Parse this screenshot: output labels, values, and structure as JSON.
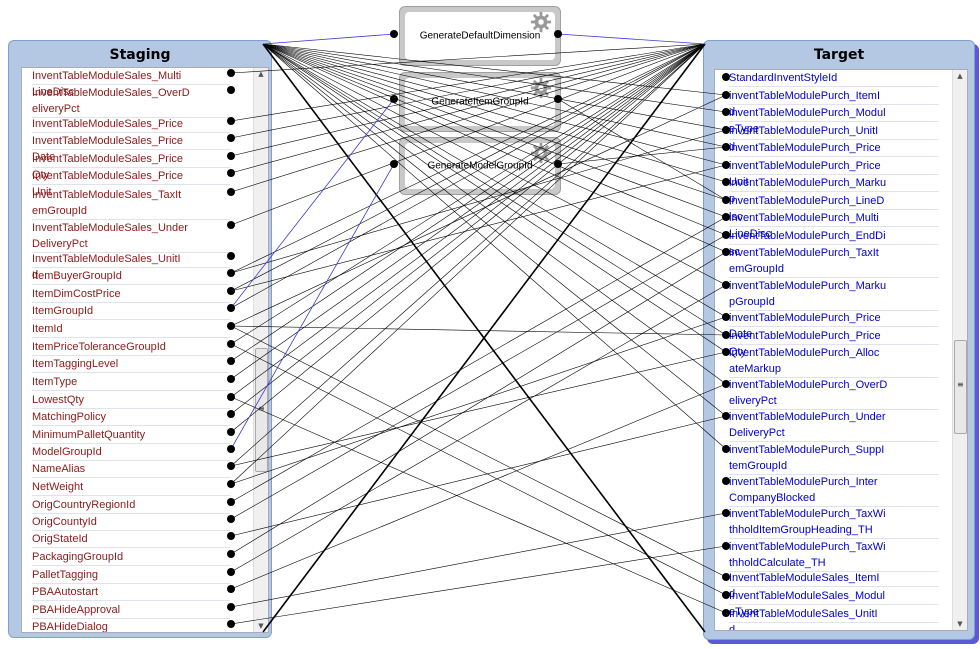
{
  "staging": {
    "title": "Staging",
    "fields": [
      "InventTableModuleSales_MultiLineDisc",
      "InventTableModuleSales_OverDeliveryPct",
      "InventTableModuleSales_Price",
      "InventTableModuleSales_PriceDate",
      "InventTableModuleSales_PriceQty",
      "InventTableModuleSales_PriceUnit",
      "InventTableModuleSales_TaxItemGroupId",
      "InventTableModuleSales_UnderDeliveryPct",
      "InventTableModuleSales_UnitId",
      "ItemBuyerGroupId",
      "ItemDimCostPrice",
      "ItemGroupId",
      "ItemId",
      "ItemPriceToleranceGroupId",
      "ItemTaggingLevel",
      "ItemType",
      "LowestQty",
      "MatchingPolicy",
      "MinimumPalletQuantity",
      "ModelGroupId",
      "NameAlias",
      "NetWeight",
      "OrigCountryRegionId",
      "OrigCountyId",
      "OrigStateId",
      "PackagingGroupId",
      "PalletTagging",
      "PBAAutostart",
      "PBAHideApproval",
      "PBAHideDialog"
    ]
  },
  "target": {
    "title": "Target",
    "fields": [
      "StandardInventStyleId",
      "inventTableModulePurch_ItemId",
      "inventTableModulePurch_ModuleType",
      "inventTableModulePurch_UnitId",
      "inventTableModulePurch_Price",
      "inventTableModulePurch_PriceUnit",
      "inventTableModulePurch_Markup",
      "inventTableModulePurch_LineDisc",
      "inventTableModulePurch_MultiLineDisc",
      "inventTableModulePurch_EndDisc",
      "inventTableModulePurch_TaxItemGroupId",
      "inventTableModulePurch_MarkupGroupId",
      "inventTableModulePurch_PriceDate",
      "inventTableModulePurch_PriceQty",
      "inventTableModulePurch_AllocateMarkup",
      "inventTableModulePurch_OverDeliveryPct",
      "inventTableModulePurch_UnderDeliveryPct",
      "inventTableModulePurch_SuppItemGroupId",
      "inventTableModulePurch_InterCompanyBlocked",
      "inventTableModulePurch_TaxWithholdItemGroupHeading_TH",
      "inventTableModulePurch_TaxWithholdCalculate_TH",
      "InventTableModuleSales_ItemId",
      "InventTableModuleSales_ModuleType",
      "InventTableModuleSales_UnitId"
    ]
  },
  "functions": [
    {
      "label": "GenerateDefaultDimension",
      "icon": "gear-icon"
    },
    {
      "label": "GenerateItemGroupId",
      "icon": "gear-icon"
    },
    {
      "label": "GenerateModelGroupId",
      "icon": "gear-icon"
    }
  ],
  "colors": {
    "staging_text": "#8b1a1a",
    "target_text": "#0000c8",
    "panel": "#b4c8e4",
    "line": "#000000",
    "function_line": "#3b3bd6"
  }
}
